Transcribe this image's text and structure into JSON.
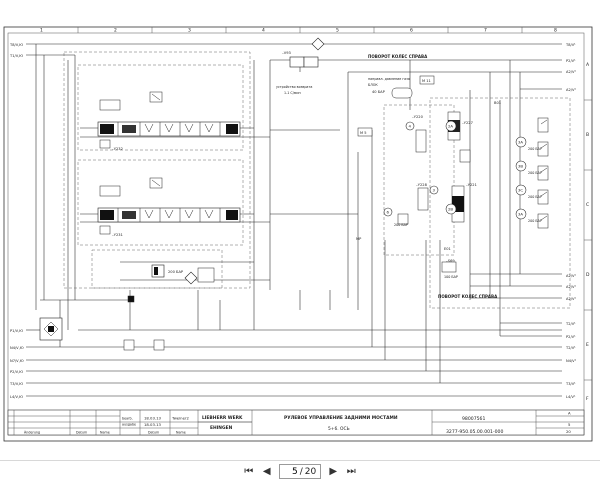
{
  "pager": {
    "first_icon": "first-page-icon",
    "prev_icon": "previous-page-icon",
    "next_icon": "next-page-icon",
    "last_icon": "last-page-icon",
    "current_page": "5",
    "separator": "/",
    "total_pages": "20"
  },
  "drawing": {
    "column_numbers": [
      "1",
      "2",
      "3",
      "4",
      "5",
      "6",
      "7",
      "8"
    ],
    "row_letters": [
      "A",
      "B",
      "C",
      "D",
      "E",
      "F"
    ],
    "left_ports": [
      "T8/V,Ю",
      "T1/V,Ю",
      "P1/V,Ю",
      "N4/V,Ю",
      "N7/V,Ю",
      "P2/V,Ю",
      "T3/V,Ю",
      "L4/V,Ю"
    ],
    "right_ports": [
      "T8/V¹",
      "P2/V¹",
      "A2/V¹",
      "A2/V¹",
      "A2/V¹",
      "A2/V¹",
      "A2/V¹",
      "T2/V¹",
      "P2/V¹",
      "T2/V¹",
      "N4/V¹",
      "T3/V¹",
      "L4/V¹"
    ],
    "labels": {
      "poворот_top": "ПОВОРОТ КОЛЕС СПРАВА",
      "poворот_bottom": "ПОВОРОТ КОЛЕС СПРАВА",
      "sensor_block_1": "направл. давление газа",
      "sensor_block_2": "БЛОК",
      "device_note_1": "устройство возврата",
      "device_note_2": "1-1 С/мин",
      "press_40": "40 БАР",
      "press_200a": "200 БАР",
      "press_200b": "200 БАР",
      "press_200c": "200 БАР",
      "press_200d": "200 БАР",
      "press_200e": "200 БАР",
      "press_100": "100 БАР",
      "press_200_left": "200 БАР",
      "v232": "–Y232",
      "v231": "–Y231",
      "v220": "–Y220",
      "v227": "–Y227",
      "v228": "–Y228",
      "v221": "–Y221",
      "s69": "–S69",
      "v93": "–V93",
      "ms": "M 5",
      "m11": "M 11",
      "mp": "MP",
      "b01": "B01",
      "e01": "E01",
      "n1": "1",
      "n2a": "2A",
      "n2b": "2B",
      "n3": "3",
      "n3a": "3A",
      "n3b": "3B",
      "n3c": "3C",
      "n4": "4",
      "n6": "6"
    },
    "title_block": {
      "company_1": "LIEBHERR WERK",
      "company_2": "EHINGEN",
      "title_1": "РУЛЕВОЕ УПРАВЛЕНИЕ ЗАДНИМИ МОСТАМИ",
      "title_2": "5+6. ОСЬ",
      "doc_no": "98007561",
      "drawing_no": "3277-950.05.00.001-000",
      "date_1": "18.03.13",
      "date_2": "18.03.13",
      "name_1": "Tweiner2",
      "sheet_a": "A",
      "sheet_5": "5",
      "sheet_20": "20",
      "col_change": "Änderung",
      "col_date": "Datum",
      "col_name": "Name",
      "hdr_bearb": "bearb.",
      "hdr_gepr": "ausgabe",
      "hdr_datum": "Datum",
      "hdr_name": "Name"
    }
  }
}
